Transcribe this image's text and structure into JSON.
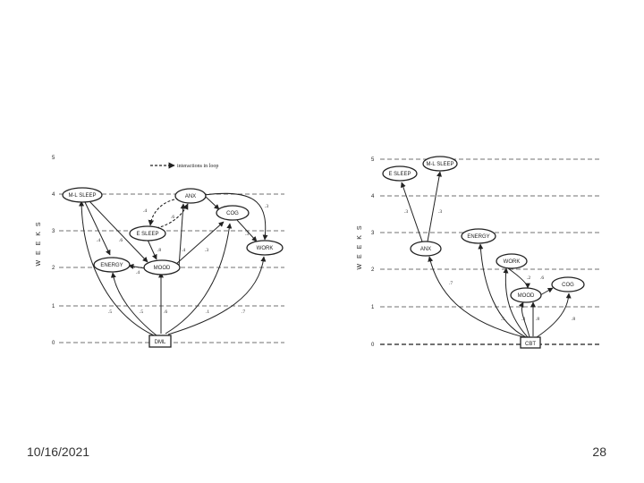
{
  "slide": {
    "date": "10/16/2021",
    "page_number": "28"
  },
  "diagrams": [
    {
      "id": "left",
      "axis_label": "W E E K S",
      "legend": "interactions in loop",
      "week_ticks": [
        "5",
        "4",
        "3",
        "2",
        "1",
        "0"
      ],
      "nodes": {
        "ml_sleep": "M-L SLEEP",
        "anx": "ANX",
        "cog": "COG",
        "e_sleep": "E SLEEP",
        "work": "WORK",
        "energy": "ENERGY",
        "mood": "MOOD",
        "dml": "DML"
      },
      "edge_labels": [
        ".3",
        ".4",
        ".6",
        ".4",
        ".6",
        ".8",
        ".4",
        ".3",
        ".4",
        ".3",
        ".5",
        ".5",
        ".6",
        ".1",
        ".7"
      ]
    },
    {
      "id": "right",
      "axis_label": "W E E K S",
      "week_ticks": [
        "5",
        "4",
        "3",
        "2",
        "1",
        "0"
      ],
      "nodes": {
        "ml_sleep": "M-L SLEEP",
        "e_sleep": "E SLEEP",
        "anx": "ANX",
        "energy": "ENERGY",
        "work": "WORK",
        "mood": "MOOD",
        "cog": "COG",
        "cbt": "CBT"
      },
      "edge_labels": [
        ".3",
        ".3",
        ".7",
        ".2",
        ".6",
        ".5",
        ".3",
        ".8",
        ".8"
      ]
    }
  ]
}
